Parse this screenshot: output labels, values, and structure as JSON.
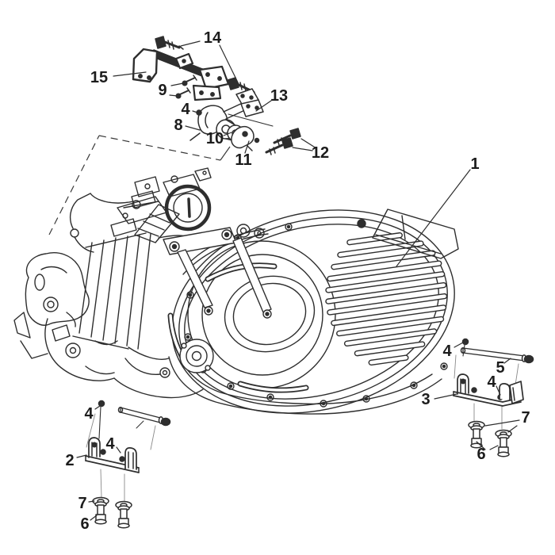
{
  "diagram": {
    "type": "exploded-parts-diagram",
    "background_color": "#ffffff",
    "line_color": "#2e2e2e",
    "part_numbers_visible": [
      "1",
      "2",
      "3",
      "4",
      "5",
      "6",
      "7",
      "8",
      "9",
      "10",
      "11",
      "12",
      "13",
      "14",
      "15"
    ]
  },
  "callouts": [
    {
      "part": "14",
      "text": "14"
    },
    {
      "part": "15",
      "text": "15"
    },
    {
      "part": "9",
      "text": "9"
    },
    {
      "part": "4",
      "text": "4"
    },
    {
      "part": "8",
      "text": "8"
    },
    {
      "part": "13",
      "text": "13"
    },
    {
      "part": "10",
      "text": "10"
    },
    {
      "part": "11",
      "text": "11"
    },
    {
      "part": "12",
      "text": "12"
    },
    {
      "part": "1",
      "text": "1"
    },
    {
      "part": "4",
      "text": "4"
    },
    {
      "part": "5",
      "text": "5"
    },
    {
      "part": "3",
      "text": "3"
    },
    {
      "part": "4",
      "text": "4"
    },
    {
      "part": "7",
      "text": "7"
    },
    {
      "part": "6",
      "text": "6"
    },
    {
      "part": "4",
      "text": "4"
    },
    {
      "part": "2",
      "text": "2"
    },
    {
      "part": "4",
      "text": "4"
    },
    {
      "part": "7",
      "text": "7"
    },
    {
      "part": "6",
      "text": "6"
    }
  ]
}
